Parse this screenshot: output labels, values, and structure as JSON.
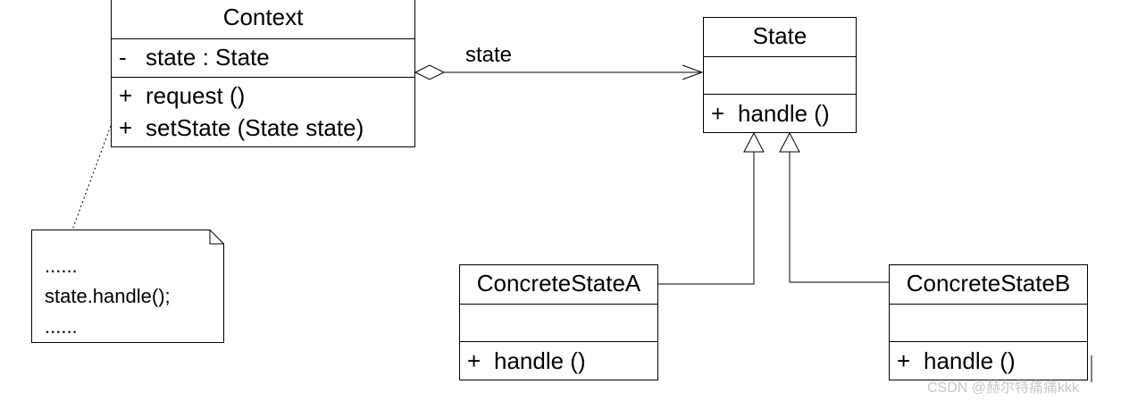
{
  "context": {
    "name": "Context",
    "attributes": [
      {
        "visibility": "-",
        "text": "state  : State"
      }
    ],
    "operations": [
      {
        "visibility": "+",
        "text": "request ()"
      },
      {
        "visibility": "+",
        "text": "setState (State state)"
      }
    ]
  },
  "state": {
    "name": "State",
    "operations": [
      {
        "visibility": "+",
        "text": "handle ()"
      }
    ]
  },
  "concrete_a": {
    "name": "ConcreteStateA",
    "operations": [
      {
        "visibility": "+",
        "text": "handle ()"
      }
    ]
  },
  "concrete_b": {
    "name": "ConcreteStateB",
    "operations": [
      {
        "visibility": "+",
        "text": "handle ()"
      }
    ]
  },
  "association": {
    "label": "state"
  },
  "note": {
    "lines": [
      "......",
      "state.handle();",
      "......"
    ]
  },
  "watermark": "CSDN @赫尔特痛痛kkk"
}
